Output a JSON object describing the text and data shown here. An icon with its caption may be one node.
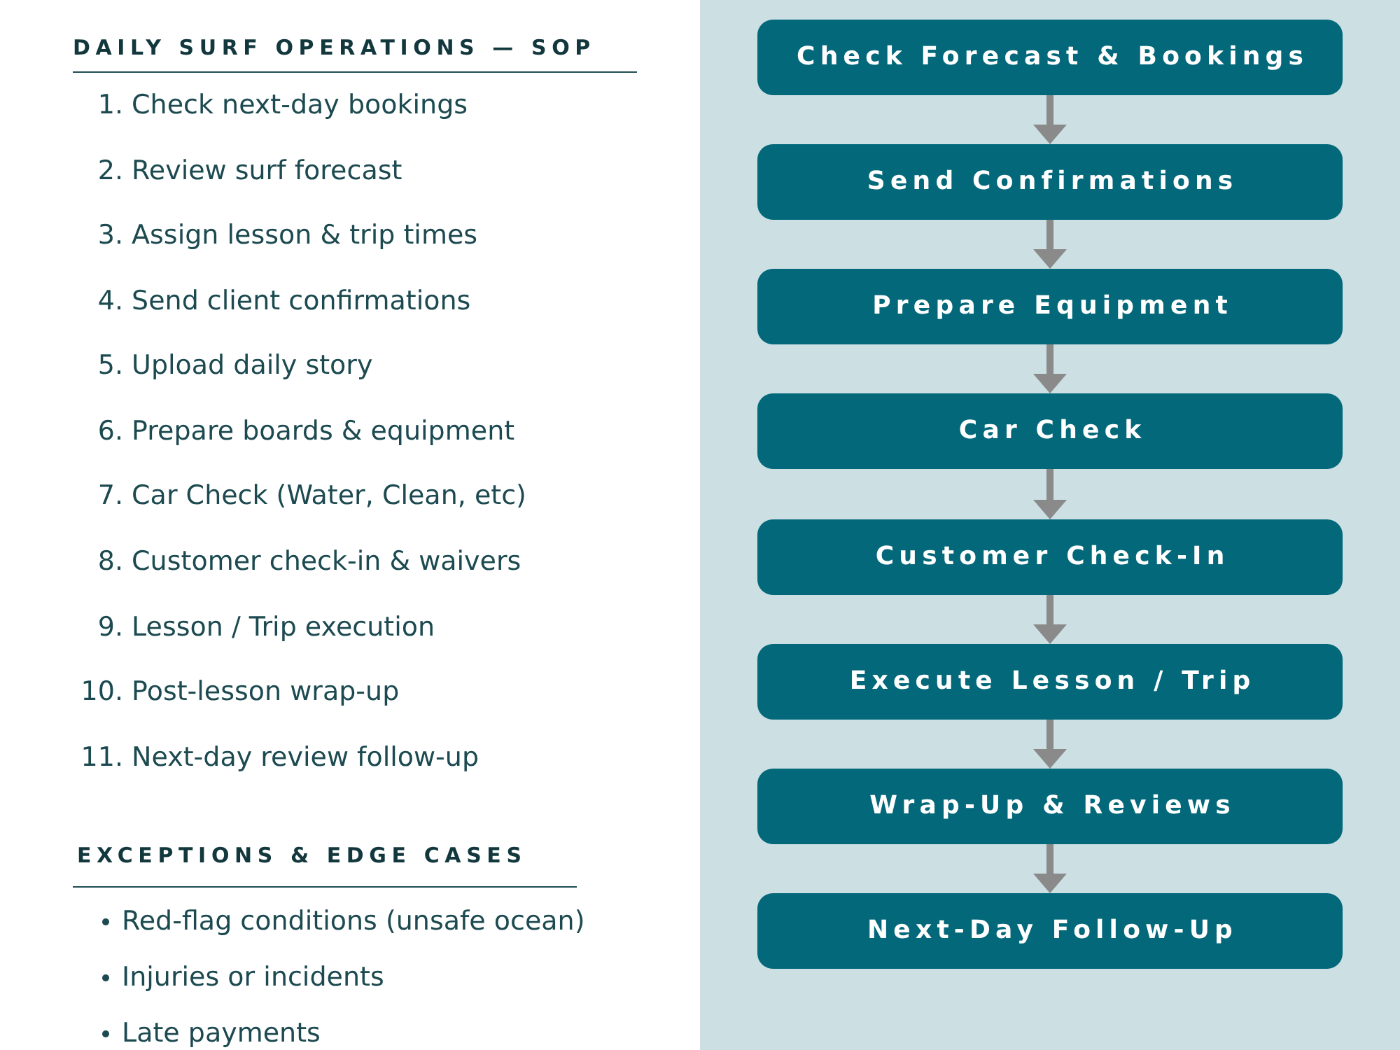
{
  "diagram": {
    "nodes": [
      {
        "text": [
          "Check Forecast & Bookings"
        ]
      },
      {
        "text": [
          "Send Confirmations"
        ]
      },
      {
        "text": [
          "Prepare Equipment"
        ]
      },
      {
        "text": [
          "Car Check"
        ]
      },
      {
        "text": [
          "Customer Check-In"
        ]
      },
      {
        "text": [
          "Execute Lesson / Trip"
        ]
      },
      {
        "text": [
          "Wrap-Up & Reviews"
        ]
      },
      {
        "text": [
          "Next-Day Follow-Up"
        ]
      }
    ],
    "edges": [
      {
        "from": 0,
        "to": 1,
        "arrow": "to"
      },
      {
        "from": 1,
        "to": 2,
        "arrow": "to"
      },
      {
        "from": 2,
        "to": 3,
        "arrow": "to"
      },
      {
        "from": 3,
        "to": 4,
        "arrow": "to"
      },
      {
        "from": 4,
        "to": 5,
        "arrow": "to"
      },
      {
        "from": 5,
        "to": 6,
        "arrow": "to"
      },
      {
        "from": 6,
        "to": 7,
        "arrow": "to"
      }
    ],
    "labels": [
      "DAILY SURF OPERATIONS — SOP",
      "1. Check next-day bookings",
      "2. Review surf forecast",
      "3. Assign lesson & trip times",
      "4. Send client confirmations",
      "5. Upload daily story",
      "6. Prepare boards & equipment",
      "7. Car Check (Water, Clean, etc)",
      "8. Customer check-in & waivers",
      "9. Lesson / Trip execution",
      "10. Post-lesson wrap-up",
      "11. Next-day review follow-up",
      "EXCEPTIONS & EDGE CASES",
      "Red-flag conditions (unsafe ocean)",
      "Injuries or incidents",
      "Late payments"
    ]
  }
}
